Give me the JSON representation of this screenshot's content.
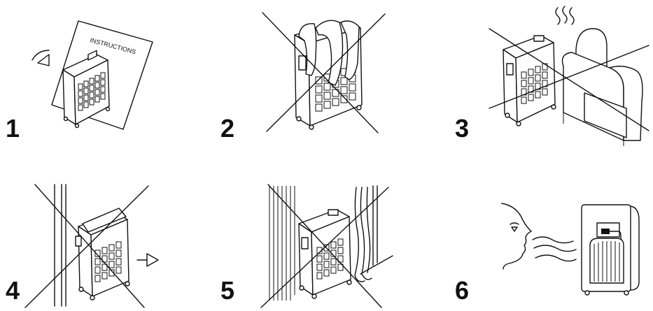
{
  "panels": [
    {
      "number": "1",
      "book_text": "INSTRUCTIONS"
    },
    {
      "number": "2"
    },
    {
      "number": "3"
    },
    {
      "number": "4"
    },
    {
      "number": "5"
    },
    {
      "number": "6"
    }
  ]
}
